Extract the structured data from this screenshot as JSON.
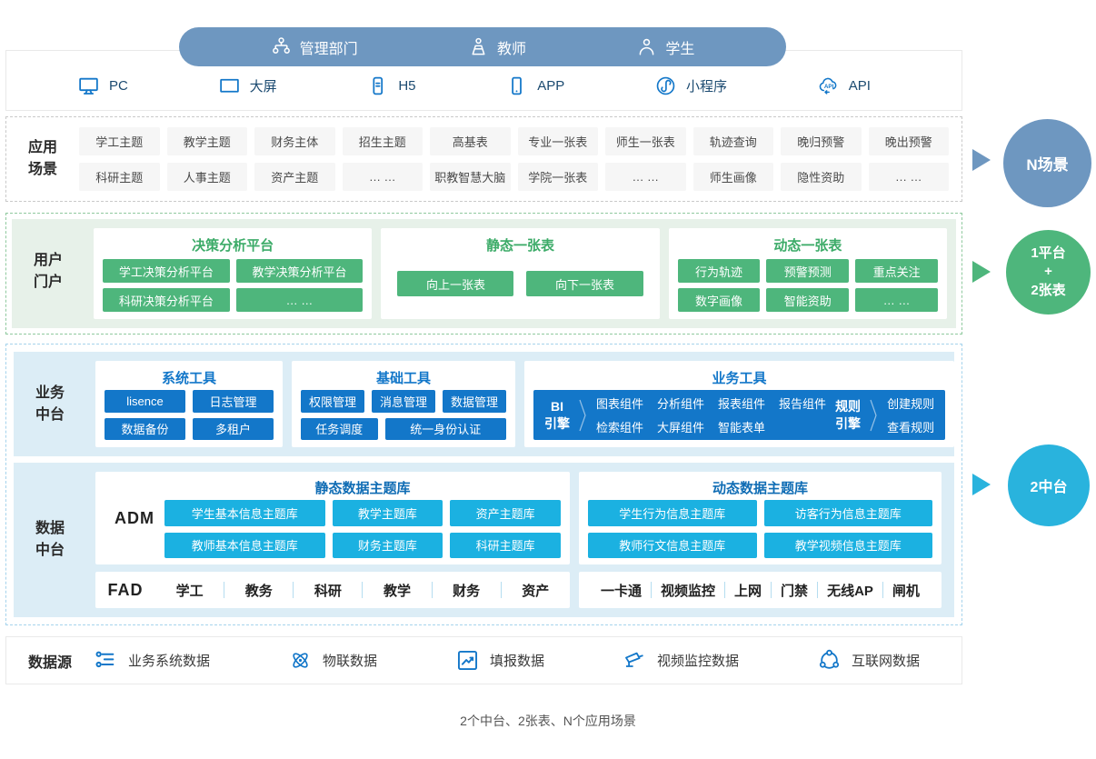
{
  "pill": {
    "items": [
      {
        "icon": "org-chart-icon",
        "label": "管理部门"
      },
      {
        "icon": "teacher-icon",
        "label": "教师"
      },
      {
        "icon": "student-icon",
        "label": "学生"
      }
    ]
  },
  "channels": {
    "items": [
      {
        "icon": "pc-monitor-icon",
        "label": "PC"
      },
      {
        "icon": "big-screen-icon",
        "label": "大屏"
      },
      {
        "icon": "h5-phone-icon",
        "label": "H5"
      },
      {
        "icon": "app-phone-icon",
        "label": "APP"
      },
      {
        "icon": "mini-program-icon",
        "label": "小程序"
      },
      {
        "icon": "api-cloud-icon",
        "label": "API"
      }
    ]
  },
  "scenarios": {
    "label_line1": "应用",
    "label_line2": "场景",
    "row1": [
      "学工主题",
      "教学主题",
      "财务主体",
      "招生主题",
      "高基表",
      "专业一张表",
      "师生一张表",
      "轨迹查询",
      "晚归预警",
      "晚出预警"
    ],
    "row2": [
      "科研主题",
      "人事主题",
      "资产主题",
      "… …",
      "职教智慧大脑",
      "学院一张表",
      "… …",
      "师生画像",
      "隐性资助",
      "… …"
    ]
  },
  "portal": {
    "label_line1": "用户",
    "label_line2": "门户",
    "decision": {
      "title": "决策分析平台",
      "buttons": [
        "学工决策分析平台",
        "教学决策分析平台",
        "科研决策分析平台",
        "… …"
      ]
    },
    "static_table": {
      "title": "静态一张表",
      "buttons": [
        "向上一张表",
        "向下一张表"
      ]
    },
    "dynamic_table": {
      "title": "动态一张表",
      "buttons": [
        "行为轨迹",
        "预警预测",
        "重点关注",
        "数字画像",
        "智能资助",
        "… …"
      ]
    }
  },
  "business": {
    "label_line1": "业务",
    "label_line2": "中台",
    "system_tools": {
      "title": "系统工具",
      "buttons": [
        "lisence",
        "日志管理",
        "数据备份",
        "多租户"
      ]
    },
    "basic_tools": {
      "title": "基础工具",
      "row1": [
        "权限管理",
        "消息管理",
        "数据管理"
      ],
      "row2": [
        "任务调度",
        "统一身份认证"
      ]
    },
    "business_tools": {
      "title": "业务工具",
      "bi_engine": {
        "line1": "BI",
        "line2": "引擎",
        "row1": [
          "图表组件",
          "分析组件",
          "报表组件",
          "报告组件"
        ],
        "row2": [
          "检索组件",
          "大屏组件",
          "智能表单"
        ]
      },
      "rule_engine": {
        "line1": "规则",
        "line2": "引擎",
        "items": [
          "创建规则",
          "查看规则"
        ]
      }
    }
  },
  "data_platform": {
    "label_line1": "数据",
    "label_line2": "中台",
    "adm_label": "ADM",
    "fad_label": "FAD",
    "static_lib": {
      "title": "静态数据主题库",
      "row1": [
        "学生基本信息主题库",
        "教学主题库",
        "资产主题库"
      ],
      "row2": [
        "教师基本信息主题库",
        "财务主题库",
        "科研主题库"
      ]
    },
    "dynamic_lib": {
      "title": "动态数据主题库",
      "row1": [
        "学生行为信息主题库",
        "访客行为信息主题库"
      ],
      "row2": [
        "教师行文信息主题库",
        "教学视频信息主题库"
      ]
    },
    "fad_items": [
      "学工",
      "教务",
      "科研",
      "教学",
      "财务",
      "资产"
    ],
    "device_items": [
      "一卡通",
      "视频监控",
      "上网",
      "门禁",
      "无线AP",
      "闸机"
    ]
  },
  "sources": {
    "label": "数据源",
    "items": [
      {
        "icon": "business-system-icon",
        "label": "业务系统数据"
      },
      {
        "icon": "iot-atom-icon",
        "label": "物联数据"
      },
      {
        "icon": "report-chart-icon",
        "label": "填报数据"
      },
      {
        "icon": "cctv-camera-icon",
        "label": "视频监控数据"
      },
      {
        "icon": "internet-network-icon",
        "label": "互联网数据"
      }
    ]
  },
  "badges": {
    "scenarios": {
      "label": "N场景",
      "color": "#6e97c0"
    },
    "platform": {
      "line1": "1平台",
      "line2": "+",
      "line3": "2张表",
      "color": "#4eb67c"
    },
    "middle": {
      "label": "2中台",
      "color": "#29b3dd"
    }
  },
  "footer": {
    "caption": "2个中台、2张表、N个应用场景"
  },
  "colors": {
    "primary_blue": "#1377c9",
    "cyan": "#1bb1e1",
    "green": "#4eb67c",
    "steel_blue": "#6e97c0",
    "title_green": "#3cab68",
    "lib_title_blue": "#0f6cb4",
    "panel_blue": "#dcedf6",
    "panel_green": "#e7f1e9"
  }
}
